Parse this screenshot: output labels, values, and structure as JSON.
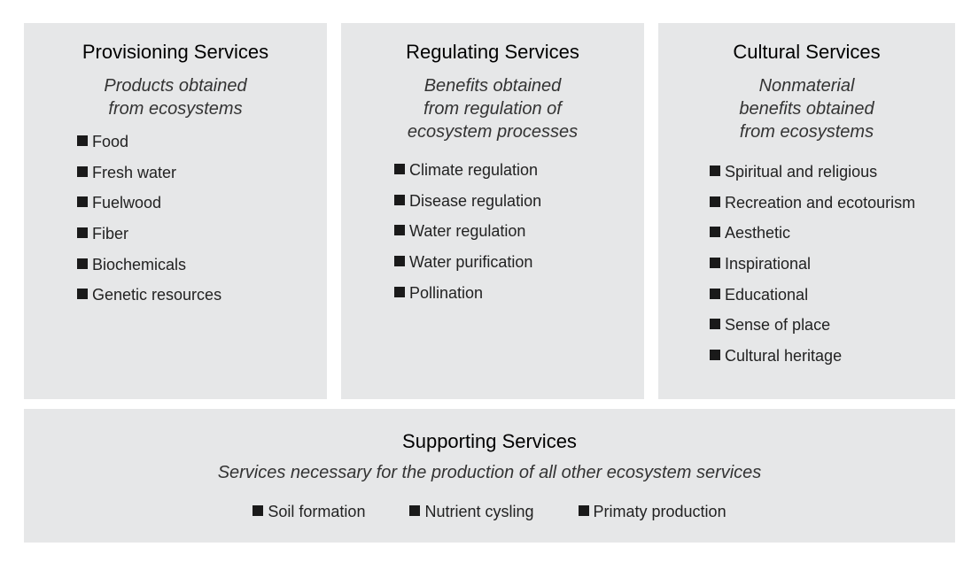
{
  "provisioning": {
    "title": "Provisioning Services",
    "subtitle": "Products obtained\nfrom ecosystems",
    "items": [
      "Food",
      "Fresh water",
      "Fuelwood",
      "Fiber",
      "Biochemicals",
      "Genetic resources"
    ]
  },
  "regulating": {
    "title": "Regulating Services",
    "subtitle": "Benefits obtained\nfrom regulation of\necosystem processes",
    "items": [
      "Climate regulation",
      "Disease regulation",
      "Water regulation",
      "Water purification",
      "Pollination"
    ]
  },
  "cultural": {
    "title": "Cultural Services",
    "subtitle": "Nonmaterial\nbenefits obtained\nfrom ecosystems",
    "items": [
      "Spiritual and religious",
      "Recreation and ecotourism",
      "Aesthetic",
      "Inspirational",
      "Educational",
      "Sense of place",
      "Cultural heritage"
    ]
  },
  "supporting": {
    "title": "Supporting Services",
    "subtitle": "Services necessary for the production of all other ecosystem services",
    "items": [
      "Soil formation",
      "Nutrient cysling",
      "Primaty production"
    ]
  },
  "colors": {
    "panel_background": "#e6e7e8",
    "bullet": "#1a1a1a"
  }
}
